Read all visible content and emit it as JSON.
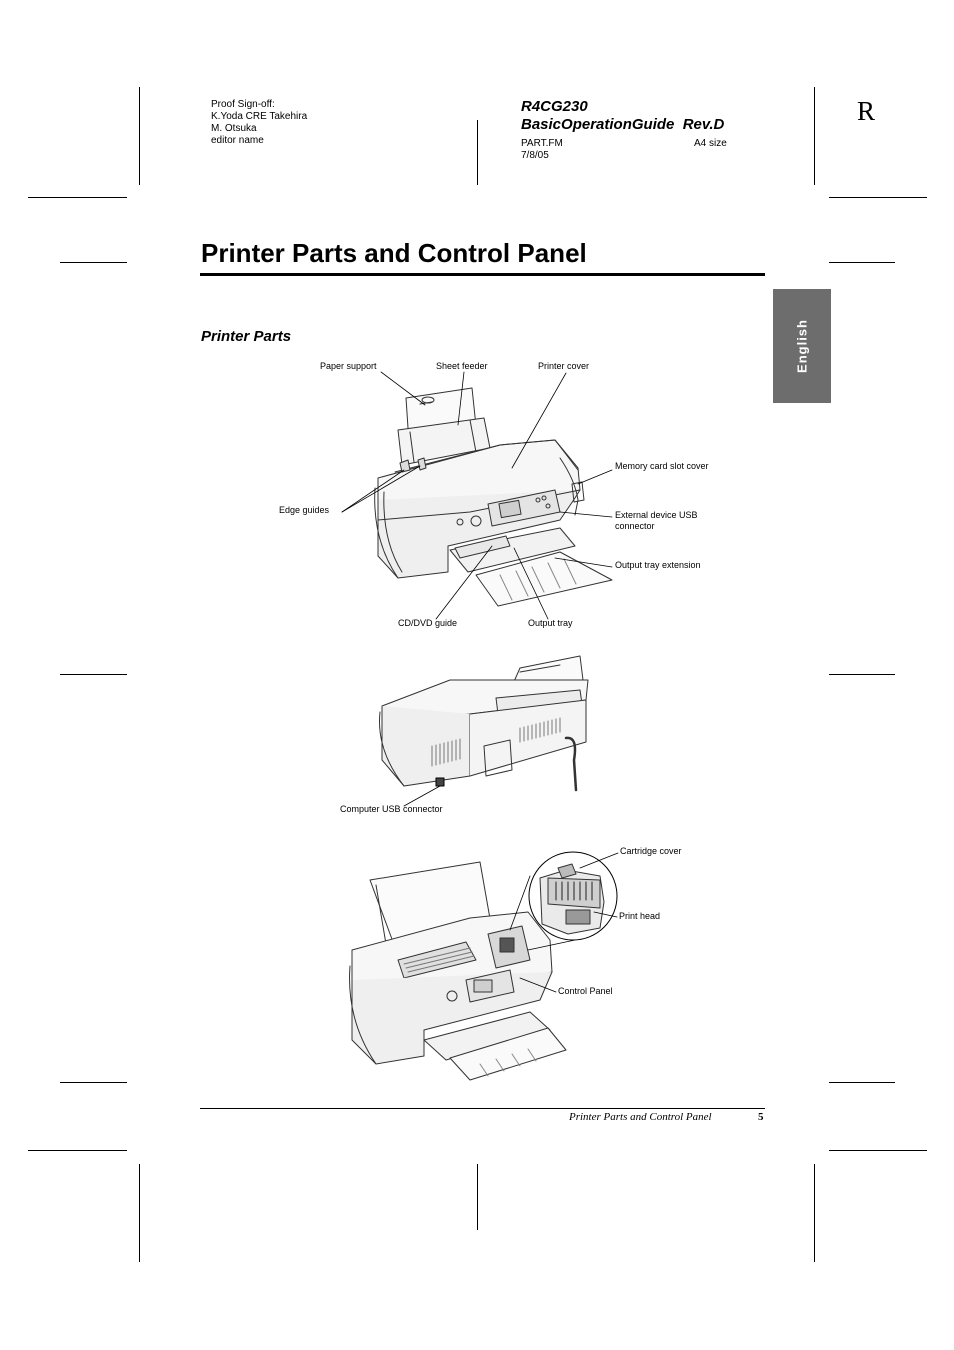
{
  "proof": {
    "line1": "Proof Sign-off:",
    "line2": "K.Yoda CRE Takehira",
    "line3": "M. Otsuka",
    "line4": "editor name"
  },
  "doc": {
    "id_line1": "R4CG230",
    "id_line2": "BasicOperationGuide  Rev.D",
    "file": "PART.FM",
    "date": "7/8/05",
    "size": "A4 size",
    "corner_letter": "R"
  },
  "page_title": "Printer Parts and Control Panel",
  "section_title": "Printer Parts",
  "side_tab": "English",
  "figure1_labels": {
    "paper_support": "Paper support",
    "sheet_feeder": "Sheet feeder",
    "printer_cover": "Printer cover",
    "memory_card_slot_cover": "Memory card slot cover",
    "edge_guides": "Edge guides",
    "external_usb_line1": "External device USB",
    "external_usb_line2": "connector",
    "output_tray_extension": "Output tray extension",
    "cd_dvd_guide": "CD/DVD guide",
    "output_tray": "Output tray"
  },
  "figure2_labels": {
    "computer_usb": "Computer USB connector"
  },
  "figure3_labels": {
    "cartridge_cover": "Cartridge cover",
    "print_head": "Print head",
    "control_panel": "Control Panel"
  },
  "footer": {
    "text": "Printer Parts and Control Panel",
    "page_number": "5"
  }
}
